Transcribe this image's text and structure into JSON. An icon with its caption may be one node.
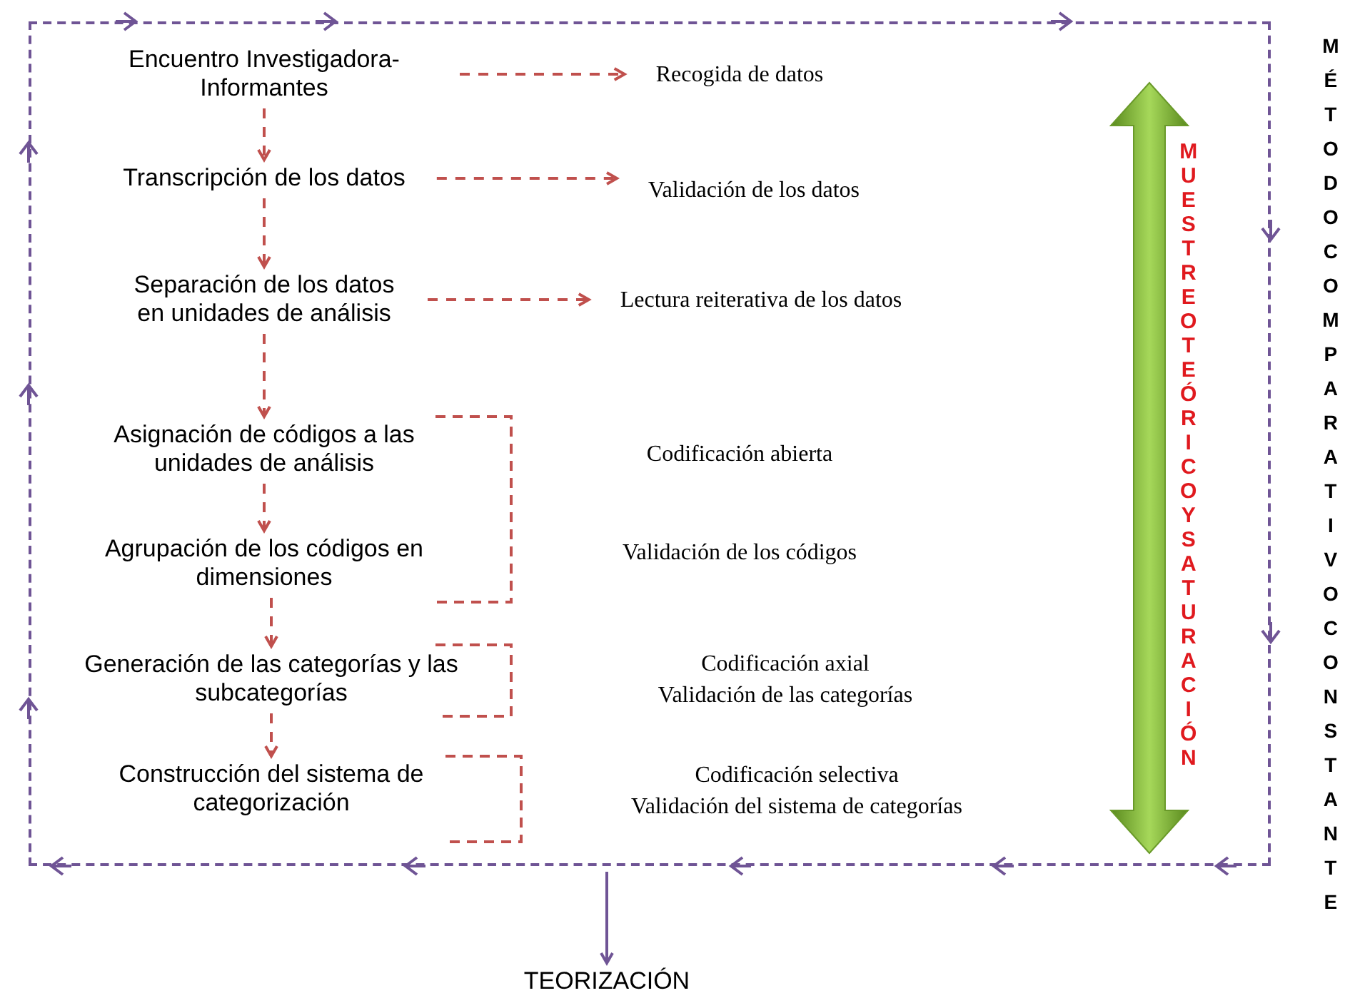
{
  "diagram": {
    "nodes": [
      {
        "text": [],
        "shape": "box"
      },
      {
        "text": [
          "Encuentro Investigadora-Informantes"
        ],
        "in": 0
      },
      {
        "text": [
          "Recogida de datos"
        ],
        "in": 0
      },
      {
        "text": [
          "Transcripción de los datos"
        ],
        "in": 0
      },
      {
        "text": [
          "Validación de los datos"
        ],
        "in": 0
      },
      {
        "text": [
          "Separación de los datos en unidades de análisis"
        ],
        "in": 0
      },
      {
        "text": [
          "Lectura reiterativa de los datos"
        ],
        "in": 0
      },
      {
        "text": [
          "Asignación de códigos a las unidades de análisis"
        ],
        "in": 0
      },
      {
        "text": [
          "Codificación abierta"
        ],
        "in": 0
      },
      {
        "text": [
          "Agrupación de los códigos en dimensiones"
        ],
        "in": 0
      },
      {
        "text": [
          "Validación de los códigos"
        ],
        "in": 0
      },
      {
        "text": [
          "Generación de las categorías y las subcategorías"
        ],
        "in": 0
      },
      {
        "text": [
          "Codificación axial",
          "Validación de las categorías"
        ],
        "in": 0
      },
      {
        "text": [
          "Construcción del sistema de categorización"
        ],
        "in": 0
      },
      {
        "text": [
          "Codificación selectiva",
          "Validación del sistema de categorías"
        ],
        "in": 0
      },
      {
        "text": [
          "TEORIZACIÓN"
        ]
      }
    ],
    "edges": [
      {
        "from": 1,
        "to": 2,
        "arrow": "to",
        "style": "dashed"
      },
      {
        "from": 1,
        "to": 3,
        "arrow": "to",
        "style": "dashed"
      },
      {
        "from": 3,
        "to": 4,
        "arrow": "to",
        "style": "dashed"
      },
      {
        "from": 3,
        "to": 5,
        "arrow": "to",
        "style": "dashed"
      },
      {
        "from": 5,
        "to": 6,
        "arrow": "to",
        "style": "dashed"
      },
      {
        "from": 5,
        "to": 7,
        "arrow": "to",
        "style": "dashed"
      },
      {
        "from": 7,
        "to": 9,
        "arrow": "to",
        "style": "dashed"
      },
      {
        "from": 9,
        "to": 11,
        "arrow": "to",
        "style": "dashed"
      },
      {
        "from": 11,
        "to": 13,
        "arrow": "to",
        "style": "dashed"
      },
      {
        "from": 0,
        "to": 15,
        "arrow": "to",
        "color": "#6f5495"
      }
    ],
    "labels": [
      "MUESTREO TEÓRICO Y SATURACIÓN",
      "MÉTODO COMPARATIVO CONSTANTE"
    ]
  }
}
